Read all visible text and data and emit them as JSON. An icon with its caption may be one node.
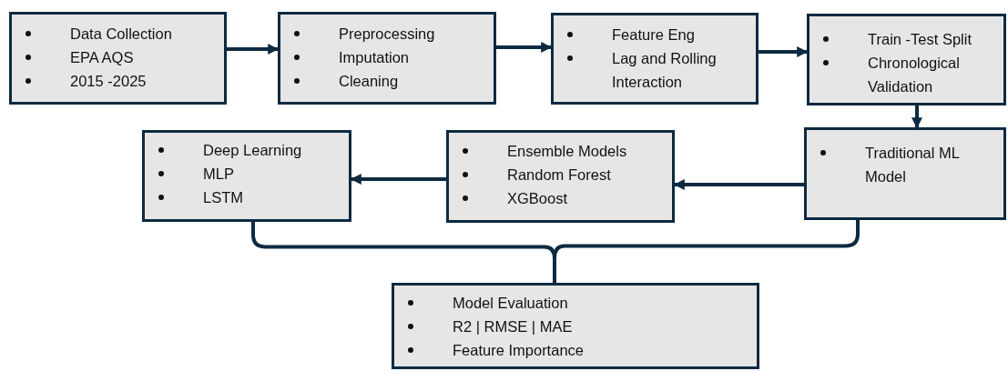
{
  "diagram": {
    "nodes": [
      {
        "text": [
          "Data Collection",
          "EPA AQS",
          "2015 -2025"
        ]
      },
      {
        "text": [
          "Preprocessing",
          "Imputation",
          "Cleaning"
        ]
      },
      {
        "text": [
          "Feature Eng",
          "Lag and Rolling Interaction"
        ]
      },
      {
        "text": [
          "Train -Test Split",
          "Chronological Validation"
        ]
      },
      {
        "text": [
          "Traditional ML Model"
        ]
      },
      {
        "text": [
          "Ensemble Models",
          "Random Forest",
          "XGBoost"
        ]
      },
      {
        "text": [
          "Deep Learning",
          "MLP",
          "LSTM"
        ]
      },
      {
        "text": [
          "Model Evaluation",
          "R2 | RMSE | MAE",
          "Feature Importance"
        ]
      }
    ],
    "edges": [
      {
        "from": 0,
        "to": 1,
        "arrow": "to"
      },
      {
        "from": 1,
        "to": 2,
        "arrow": "to"
      },
      {
        "from": 2,
        "to": 3,
        "arrow": "to"
      },
      {
        "from": 3,
        "to": 4,
        "arrow": "to"
      },
      {
        "from": 4,
        "to": 5,
        "arrow": "to"
      },
      {
        "from": 5,
        "to": 6,
        "arrow": "to"
      },
      {
        "from": 6,
        "to": 7,
        "arrow": "none"
      },
      {
        "from": 4,
        "to": 7,
        "arrow": "none"
      }
    ]
  }
}
